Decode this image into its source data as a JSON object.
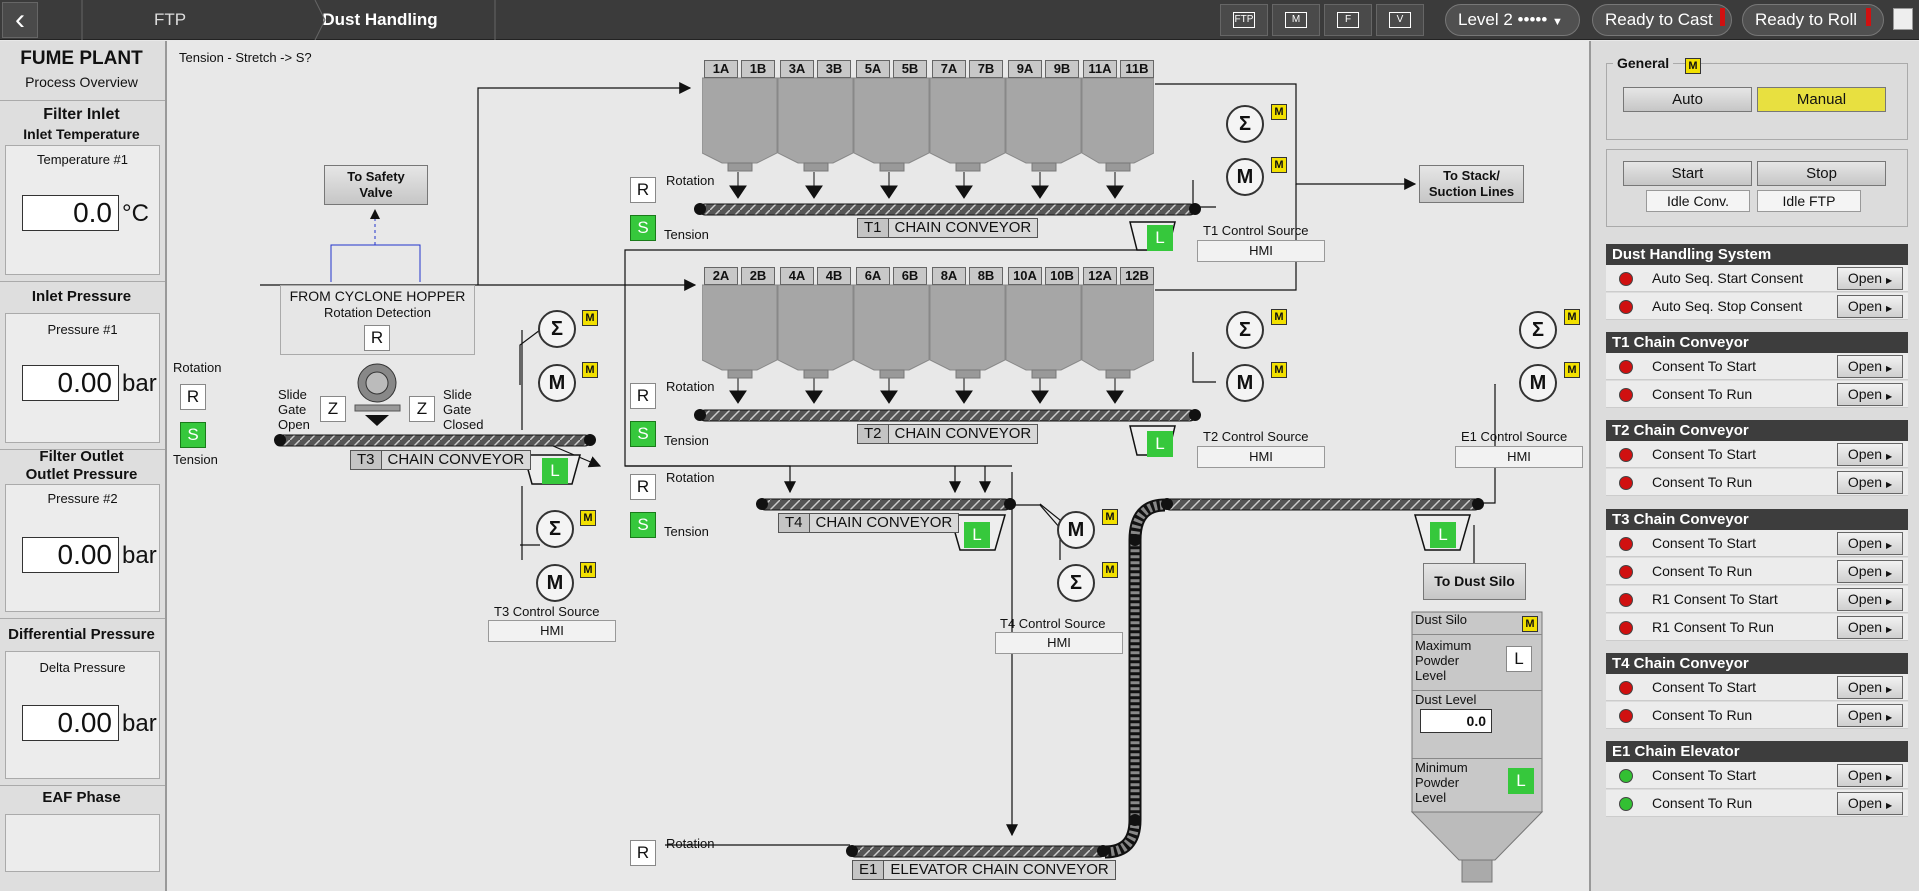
{
  "topbar": {
    "back_icon": "chevron-left-icon",
    "breadcrumb": [
      "FTP",
      "Dust Handling"
    ],
    "icon_buttons": [
      "FTP",
      "M",
      "F",
      "V"
    ],
    "level": "Level 2 •••••",
    "ready_cast": "Ready to Cast",
    "ready_roll": "Ready to Roll"
  },
  "left": {
    "title": "FUME PLANT",
    "subtitle": "Process Overview",
    "filter_inlet": "Filter Inlet",
    "inlet_temperature": "Inlet Temperature",
    "temp_label": "Temperature #1",
    "temp_value": "0.0",
    "temp_unit": "°C",
    "inlet_pressure": "Inlet Pressure",
    "p1_label": "Pressure #1",
    "p1_value": "0.00",
    "p1_unit": "bar",
    "filter_outlet": "Filter Outlet",
    "outlet_pressure": "Outlet Pressure",
    "p2_label": "Pressure #2",
    "p2_value": "0.00",
    "p2_unit": "bar",
    "diff_pressure": "Differential Pressure",
    "delta_label": "Delta Pressure",
    "delta_value": "0.00",
    "delta_unit": "bar",
    "eaf_phase": "EAF Phase"
  },
  "main": {
    "tension_note": "Tension - Stretch -> S?",
    "to_safety_valve": "To Safety\nValve",
    "to_stack": "To Stack/\nSuction Lines",
    "to_dust_silo": "To Dust Silo",
    "cyclone": "FROM CYCLONE HOPPER",
    "rotation_detection": "Rotation Detection",
    "rotation": "Rotation",
    "tension": "Tension",
    "slide_open": "Slide\nGate\nOpen",
    "slide_closed": "Slide\nGate\nClosed",
    "R": "R",
    "S": "S",
    "Z": "Z",
    "L": "L",
    "M": "M",
    "sigma": "Σ",
    "bins_top": [
      "1A",
      "1B",
      "3A",
      "3B",
      "5A",
      "5B",
      "7A",
      "7B",
      "9A",
      "9B",
      "11A",
      "11B"
    ],
    "bins_bottom": [
      "2A",
      "2B",
      "4A",
      "4B",
      "6A",
      "6B",
      "8A",
      "8B",
      "10A",
      "10B",
      "12A",
      "12B"
    ],
    "t1": {
      "id": "T1",
      "name": "CHAIN CONVEYOR",
      "ctrl": "T1 Control Source",
      "src": "HMI"
    },
    "t2": {
      "id": "T2",
      "name": "CHAIN CONVEYOR",
      "ctrl": "T2 Control Source",
      "src": "HMI"
    },
    "t3": {
      "id": "T3",
      "name": "CHAIN CONVEYOR",
      "ctrl": "T3 Control Source",
      "src": "HMI"
    },
    "t4": {
      "id": "T4",
      "name": "CHAIN CONVEYOR",
      "ctrl": "T4 Control Source",
      "src": "HMI"
    },
    "e1": {
      "id": "E1",
      "name": "ELEVATOR CHAIN CONVEYOR",
      "ctrl": "E1 Control Source",
      "src": "HMI"
    },
    "silo": {
      "title": "Dust Silo",
      "max_level": "Maximum\nPowder\nLevel",
      "dust_level": "Dust Level",
      "dust_value": "0.0",
      "min_level": "Minimum\nPowder\nLevel"
    }
  },
  "right": {
    "general": "General",
    "auto": "Auto",
    "manual": "Manual",
    "start": "Start",
    "stop": "Stop",
    "idle_conv": "Idle Conv.",
    "idle_ftp": "Idle FTP",
    "open": "Open",
    "sections": [
      {
        "title": "Dust Handling System",
        "rows": [
          {
            "label": "Auto Seq. Start Consent",
            "color": "#d01010"
          },
          {
            "label": "Auto Seq. Stop Consent",
            "color": "#d01010"
          }
        ]
      },
      {
        "title": "T1 Chain Conveyor",
        "rows": [
          {
            "label": "Consent To Start",
            "color": "#d01010"
          },
          {
            "label": "Consent To Run",
            "color": "#d01010"
          }
        ]
      },
      {
        "title": "T2 Chain Conveyor",
        "rows": [
          {
            "label": "Consent To Start",
            "color": "#d01010"
          },
          {
            "label": "Consent To Run",
            "color": "#d01010"
          }
        ]
      },
      {
        "title": "T3 Chain Conveyor",
        "rows": [
          {
            "label": "Consent To Start",
            "color": "#d01010"
          },
          {
            "label": "Consent To Run",
            "color": "#d01010"
          },
          {
            "label": "R1 Consent To Start",
            "color": "#d01010"
          },
          {
            "label": "R1 Consent To Run",
            "color": "#d01010"
          }
        ]
      },
      {
        "title": "T4 Chain Conveyor",
        "rows": [
          {
            "label": "Consent To Start",
            "color": "#d01010"
          },
          {
            "label": "Consent To Run",
            "color": "#d01010"
          }
        ]
      },
      {
        "title": "E1 Chain Elevator",
        "rows": [
          {
            "label": "Consent To Start",
            "color": "#33c033"
          },
          {
            "label": "Consent To Run",
            "color": "#33c033"
          }
        ]
      }
    ]
  }
}
